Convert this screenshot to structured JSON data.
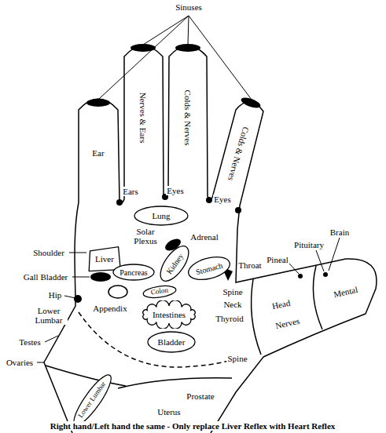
{
  "diagram": {
    "caption": "Right hand/Left hand the same - Only replace Liver Reflex with Heart Reflex",
    "nodes": [
      {
        "text": [
          "Lung"
        ]
      },
      {
        "text": [
          "Liver"
        ]
      },
      {
        "text": [
          "Pancreas"
        ]
      },
      {
        "text": [
          "Kidney"
        ]
      },
      {
        "text": [
          "Stomach"
        ]
      },
      {
        "text": [
          "Colon"
        ]
      },
      {
        "text": [
          "Intestines"
        ]
      },
      {
        "text": [
          "Bladder"
        ]
      },
      {
        "text": [
          "Lower Lumbar"
        ]
      }
    ],
    "labels": [
      "Sinuses",
      "Ear",
      "Nerves & Ears",
      "Colds & Nerves",
      "Colds & Nerves",
      "Ears",
      "Eyes",
      "Eyes",
      "Solar Plexus",
      "Adrenal",
      "Shoulder",
      "Gall Bladder",
      "Hip",
      "Appendix",
      "Lower Lumbar",
      "Testes",
      "Ovaries",
      "Throat",
      "Pineal",
      "Pituitary",
      "Brain",
      "Head",
      "Nerves",
      "Mental",
      "Spine",
      "Neck",
      "Thyroid",
      "Spine",
      "Prostate",
      "Uterus"
    ]
  }
}
